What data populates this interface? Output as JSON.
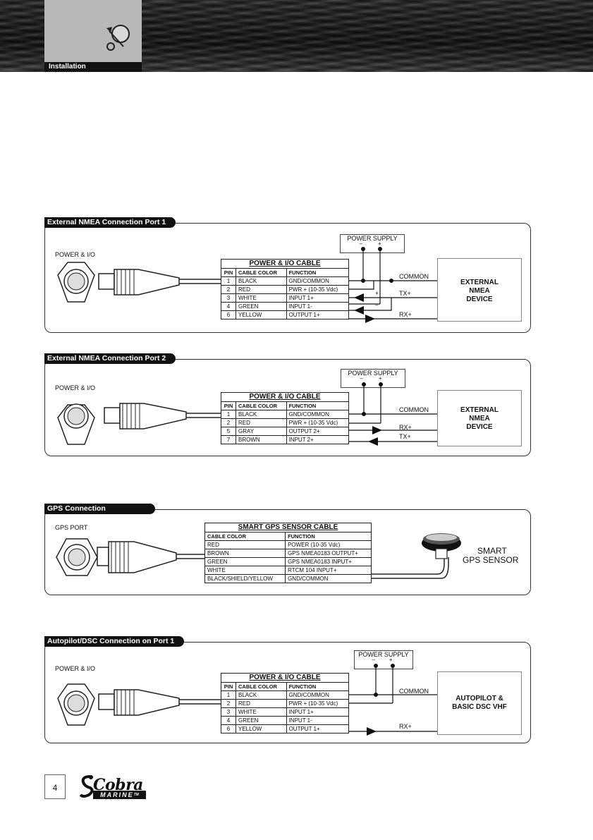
{
  "header": {
    "section_label": "Installation"
  },
  "panels": {
    "p1": {
      "title": "External NMEA Connection Port 1",
      "connector_label": "POWER & I/O",
      "table_title": "POWER & I/O CABLE",
      "col_pin": "PIN",
      "col_color": "CABLE COLOR",
      "col_function": "FUNCTION",
      "rows": [
        {
          "pin": "1",
          "color": "BLACK",
          "function": "GND/COMMON"
        },
        {
          "pin": "2",
          "color": "RED",
          "function": "PWR + (10-35 Vdc)"
        },
        {
          "pin": "3",
          "color": "WHITE",
          "function": "INPUT 1+"
        },
        {
          "pin": "4",
          "color": "GREEN",
          "function": "INPUT 1-"
        },
        {
          "pin": "6",
          "color": "YELLOW",
          "function": "OUTPUT 1+"
        }
      ],
      "power_supply": "POWER SUPPLY",
      "minus": "–",
      "plus": "+",
      "common": "COMMON",
      "tx": "TX+",
      "rx": "RX+",
      "plus_small": "+",
      "minus_small": "–",
      "device": [
        "EXTERNAL",
        "NMEA",
        "DEVICE"
      ]
    },
    "p2": {
      "title": "External NMEA Connection Port 2",
      "connector_label": "POWER & I/O",
      "table_title": "POWER & I/O CABLE",
      "col_pin": "PIN",
      "col_color": "CABLE COLOR",
      "col_function": "FUNCTION",
      "rows": [
        {
          "pin": "1",
          "color": "BLACK",
          "function": "GND/COMMON"
        },
        {
          "pin": "2",
          "color": "RED",
          "function": "PWR + (10-35 Vdc)"
        },
        {
          "pin": "5",
          "color": "GRAY",
          "function": "OUTPUT 2+"
        },
        {
          "pin": "7",
          "color": "BROWN",
          "function": "INPUT 2+"
        }
      ],
      "power_supply": "POWER SUPPLY",
      "minus": "–",
      "plus": "+",
      "common": "COMMON",
      "rx": "RX+",
      "tx": "TX+",
      "device": [
        "EXTERNAL",
        "NMEA",
        "DEVICE"
      ]
    },
    "p3": {
      "title": "GPS Connection",
      "connector_label": "GPS PORT",
      "table_title": "SMART GPS SENSOR CABLE",
      "col_color": "CABLE COLOR",
      "col_function": "FUNCTION",
      "rows": [
        {
          "color": "RED",
          "function": "POWER (10-35 Vdc)"
        },
        {
          "color": "BROWN",
          "function": "GPS NMEA0183 OUTPUT+"
        },
        {
          "color": "GREEN",
          "function": "GPS NMEA0183 INPUT+"
        },
        {
          "color": "WHITE",
          "function": "RTCM 104 INPUT+"
        },
        {
          "color": "BLACK/SHIELD/YELLOW",
          "function": "GND/COMMON"
        }
      ],
      "sensor": [
        "SMART",
        "GPS  SENSOR"
      ]
    },
    "p4": {
      "title": "Autopilot/DSC Connection on Port 1",
      "connector_label": "POWER & I/O",
      "table_title": "POWER & I/O CABLE",
      "col_pin": "PIN",
      "col_color": "CABLE COLOR",
      "col_function": "FUNCTION",
      "rows": [
        {
          "pin": "1",
          "color": "BLACK",
          "function": "GND/COMMON"
        },
        {
          "pin": "2",
          "color": "RED",
          "function": "PWR + (10-35 Vdc)"
        },
        {
          "pin": "3",
          "color": "WHITE",
          "function": "INPUT 1+"
        },
        {
          "pin": "4",
          "color": "GREEN",
          "function": "INPUT 1-"
        },
        {
          "pin": "6",
          "color": "YELLOW",
          "function": "OUTPUT 1+"
        }
      ],
      "power_supply": "POWER SUPPLY",
      "minus": "–",
      "plus": "+",
      "common": "COMMON",
      "rx": "RX+",
      "device": [
        "AUTOPILOT &",
        "BASIC DSC VHF"
      ]
    }
  },
  "footer": {
    "page_number": "4",
    "brand": "Cobra",
    "brand_sub": "MARINE",
    "trademark": "TM"
  }
}
